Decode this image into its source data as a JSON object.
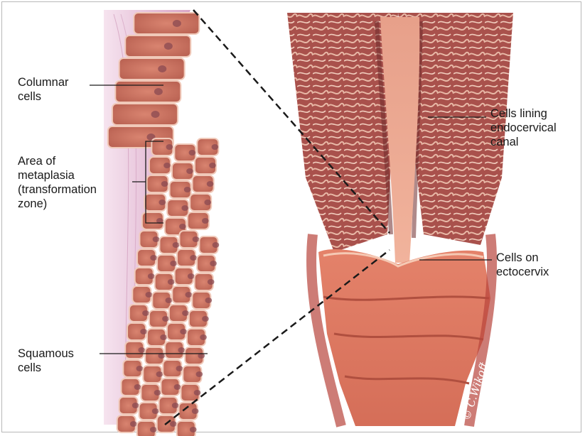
{
  "labels": {
    "columnar": [
      "Columnar",
      "cells"
    ],
    "metaplasia": [
      "Area of",
      "metaplasia",
      "(transformation",
      "zone)"
    ],
    "squamous": [
      "Squamous",
      "cells"
    ],
    "lining": [
      "Cells lining",
      "endocervical",
      "canal"
    ],
    "ectocervix": [
      "Cells on",
      "ectocervix"
    ]
  },
  "signature": "© C.Wikoff",
  "colors": {
    "cell_fill": "#c9705f",
    "cell_border": "#f0c9b9",
    "nucleus": "#8a4a52",
    "stroma": "#e7c6dc",
    "tissue_dark": "#a8504a",
    "tissue_light": "#e6a48c",
    "canal": "#e9a088",
    "leader_line": "#1a1a1a"
  }
}
